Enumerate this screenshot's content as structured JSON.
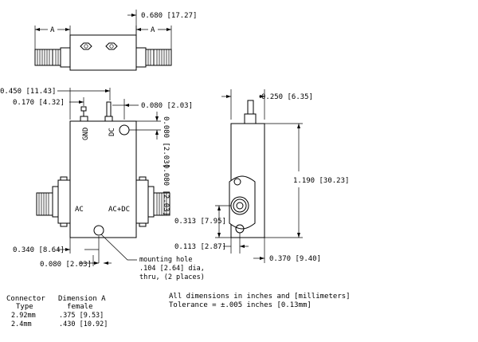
{
  "top_view": {
    "width_dim": "0.680 [17.27]",
    "dim_a_left": "A",
    "dim_a_right": "A"
  },
  "front_view": {
    "dim_height_top": "0.450 [11.43]",
    "dim_pin_offset": "0.170 [4.32]",
    "dim_pin_right": "0.080 [2.03]",
    "dim_hole_vert": "0.080 [2.03]",
    "dim_bottom_left": "0.340 [8.64]",
    "dim_bottom_small": "0.080 [2.03]",
    "label_gnd": "GND",
    "label_dc": "DC",
    "label_ac": "AC",
    "label_acdc": "AC+DC",
    "mounting_note": [
      "mounting hole",
      ".104 [2.64] dia,",
      "thru, (2 places)"
    ]
  },
  "side_view": {
    "dim_width": "0.250 [6.35]",
    "dim_height": "1.190 [30.23]",
    "dim_conn": "0.313 [7.95]",
    "dim_hole": "0.113 [2.87]",
    "dim_depth": "0.370 [9.40]"
  },
  "connector_table": {
    "headers": [
      [
        "Connector",
        "Type"
      ],
      [
        "Dimension A",
        "female"
      ]
    ],
    "rows": [
      [
        "2.92mm",
        ".375 [9.53]"
      ],
      [
        "2.4mm",
        ".430 [10.92]"
      ]
    ]
  },
  "notes": {
    "line1": "All dimensions in inches and [millimeters]",
    "line2": "Tolerance = ±.005 inches [0.13mm]"
  }
}
